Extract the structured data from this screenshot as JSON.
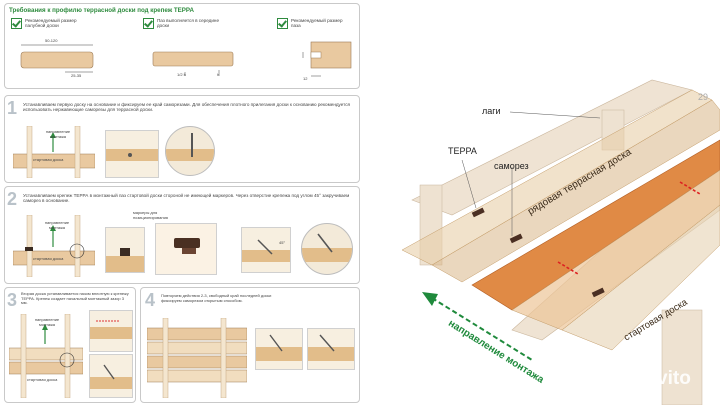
{
  "header": {
    "title": "Требования к профилю террасной доски под крепеж ТЕРРА",
    "req1": "Рекомендуемый размер палубной доски",
    "req2": "Паз выполняется в середине доски",
    "req3": "Рекомендуемый размер паза",
    "dim_width": "50-120",
    "dim_thick": "25-35",
    "dim_half": "1/2 h",
    "dim_h": "h",
    "dim_12": "12"
  },
  "steps": [
    {
      "num": "1",
      "text": "Устанавливаем первую доску на основание и фиксируем ее край саморезами. Для обеспечения плотного прилегания доски к основанию рекомендуется использовать нержавеющие саморезы для террасной доски.",
      "dir_label": "направление монтажа",
      "start_label": "стартовая доска"
    },
    {
      "num": "2",
      "text": "Устанавливаем крепеж ТЕРРА в монтажный паз стартовой доски стороной не имеющей маркеров. Через отверстие крепежа под углом 45° закручиваем саморез в основание.",
      "dir_label": "направление монтажа",
      "start_label": "стартовая доска",
      "markers_label": "маркеры для позиционирования",
      "angle": "45°"
    },
    {
      "num": "3",
      "text": "Вторая доска устанавливается пазом вплотную к крепежу ТЕРРА. Крепеж создает начальный монтажный зазор 3 мм.",
      "dir_label": "направление монтажа",
      "start_label": "стартовая доска"
    },
    {
      "num": "4",
      "text": "Повторяем действия 2-3, свободный край последней доски фиксируем саморезом открытым способом."
    }
  ],
  "diagram": {
    "lagi": "лаги",
    "terra": "ТЕРРА",
    "samorez": "саморез",
    "ryadovaya": "рядовая террасная доска",
    "startovaya": "стартовая доска",
    "direction": "направление монтажа",
    "page_no": "29"
  },
  "watermark": {
    "brand": "Avito"
  }
}
